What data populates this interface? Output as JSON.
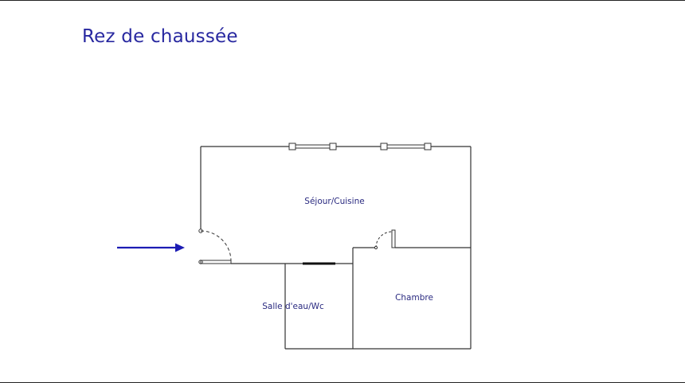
{
  "page": {
    "title": "Rez de chaussée"
  },
  "rooms": {
    "sejour": "Séjour/Cuisine",
    "salle_eau": "Salle d'eau/Wc",
    "chambre": "Chambre"
  },
  "colors": {
    "title": "#2828a0",
    "arrow": "#1c1cb4",
    "walls": "#333333",
    "labels": "#2a2a80"
  },
  "icons": {
    "entrance": "arrow-right-icon"
  }
}
